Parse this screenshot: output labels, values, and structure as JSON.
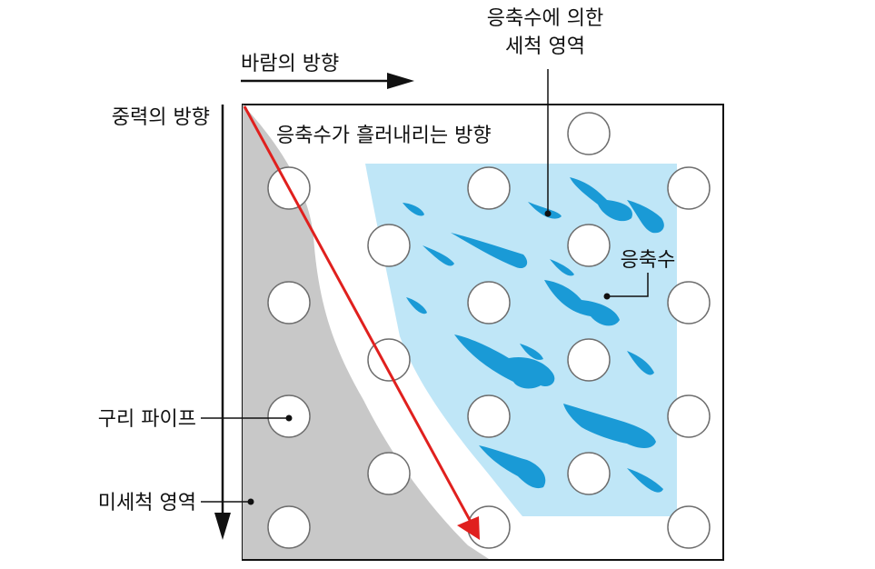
{
  "labels": {
    "wind_direction": "바람의 방향",
    "gravity_direction": "중력의 방향",
    "condensate_flow_direction": "응축수가 흘러내리는 방향",
    "cleaning_area_line1": "응축수에 의한",
    "cleaning_area_line2": "세척 영역",
    "condensate": "응축수",
    "copper_pipe": "구리 파이프",
    "uncleaned_area": "미세척 영역"
  },
  "colors": {
    "frame": "#111111",
    "gray_region": "#c8c8c8",
    "cleaned_region": "#bfe6f7",
    "droplet": "#1a9ad6",
    "flow_arrow": "#e0201e",
    "pipe_fill": "#ffffff",
    "pipe_stroke": "#6e6e6e"
  }
}
